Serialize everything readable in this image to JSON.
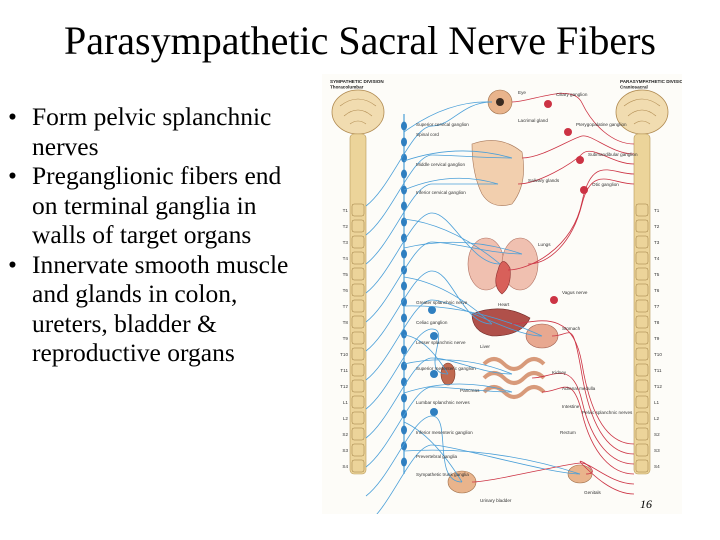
{
  "slide": {
    "title": "Parasympathetic Sacral Nerve Fibers",
    "bullets": [
      "Form pelvic splanchnic nerves",
      "Preganglionic fibers end on terminal ganglia in walls of target organs",
      "Innervate smooth muscle and glands in colon, ureters, bladder & reproductive organs"
    ],
    "bullet_glyph": "•",
    "page_number": "16"
  },
  "figure": {
    "left_panel_title": "SYMPATHETIC DIVISION\nThoracolumbar",
    "right_panel_title": "PARASYMPATHETIC DIVISION\nCraniosacral",
    "colors": {
      "sympathetic": "#4a9fd8",
      "parasympathetic": "#cc3344",
      "organ": "#e9b48c",
      "spine": "#ecd49a",
      "ganglion": "#2f7fc0"
    },
    "left_labels": [
      "Spinal cord",
      "Superior cervical ganglion",
      "Middle cervical ganglion",
      "Inferior cervical ganglion",
      "Greater splanchnic nerve",
      "Celiac ganglion",
      "Lesser splanchnic nerve",
      "Superior mesenteric ganglion",
      "Lumbar splanchnic nerves",
      "Inferior mesenteric ganglion",
      "Prevertebral ganglia",
      "Sympathetic trunk ganglia"
    ],
    "center_labels": [
      "Eye",
      "Lacrimal gland",
      "Salivary glands",
      "Heart",
      "Lungs",
      "Liver",
      "Stomach",
      "Pancreas",
      "Kidney",
      "Adrenal medulla",
      "Intestine",
      "Rectum",
      "Urinary bladder",
      "Genitals"
    ],
    "right_labels": [
      "Ciliary ganglion",
      "Pterygopalatine ganglion",
      "Submandibular ganglion",
      "Otic ganglion",
      "Vagus nerve",
      "Pelvic splanchnic nerves"
    ],
    "vertebra_labels_left": [
      "T1",
      "T2",
      "T3",
      "T4",
      "T5",
      "T6",
      "T7",
      "T8",
      "T9",
      "T10",
      "T11",
      "T12",
      "L1",
      "L2",
      "S2",
      "S3",
      "S4"
    ],
    "vertebra_labels_right": [
      "T1",
      "T2",
      "T3",
      "T4",
      "T5",
      "T6",
      "T7",
      "T8",
      "T9",
      "T10",
      "T11",
      "T12",
      "L1",
      "L2",
      "S2",
      "S3",
      "S4"
    ]
  }
}
